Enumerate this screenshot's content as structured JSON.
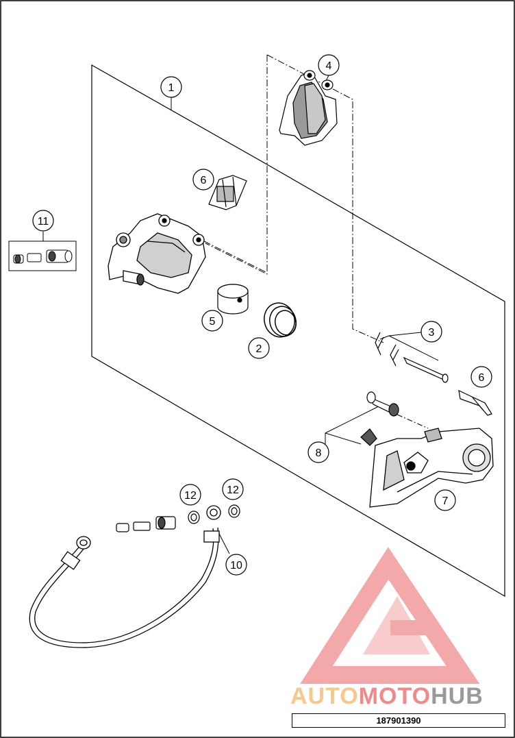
{
  "diagram": {
    "callouts": [
      {
        "id": "callout-1",
        "label": "1"
      },
      {
        "id": "callout-2",
        "label": "2"
      },
      {
        "id": "callout-3",
        "label": "3"
      },
      {
        "id": "callout-4",
        "label": "4"
      },
      {
        "id": "callout-5",
        "label": "5"
      },
      {
        "id": "callout-6a",
        "label": "6"
      },
      {
        "id": "callout-6b",
        "label": "6"
      },
      {
        "id": "callout-7",
        "label": "7"
      },
      {
        "id": "callout-8",
        "label": "8"
      },
      {
        "id": "callout-10",
        "label": "10"
      },
      {
        "id": "callout-11",
        "label": "11"
      },
      {
        "id": "callout-12a",
        "label": "12"
      },
      {
        "id": "callout-12b",
        "label": "12"
      }
    ],
    "part_number": "187901390"
  },
  "watermark": {
    "part1": "AUTO",
    "part2": "MOTO",
    "part3": "HUB",
    "colors": {
      "auto": "#f5c98a",
      "moto": "#f08a8a",
      "hub": "#9a9a9a",
      "logo": "#f2a0a0"
    }
  }
}
